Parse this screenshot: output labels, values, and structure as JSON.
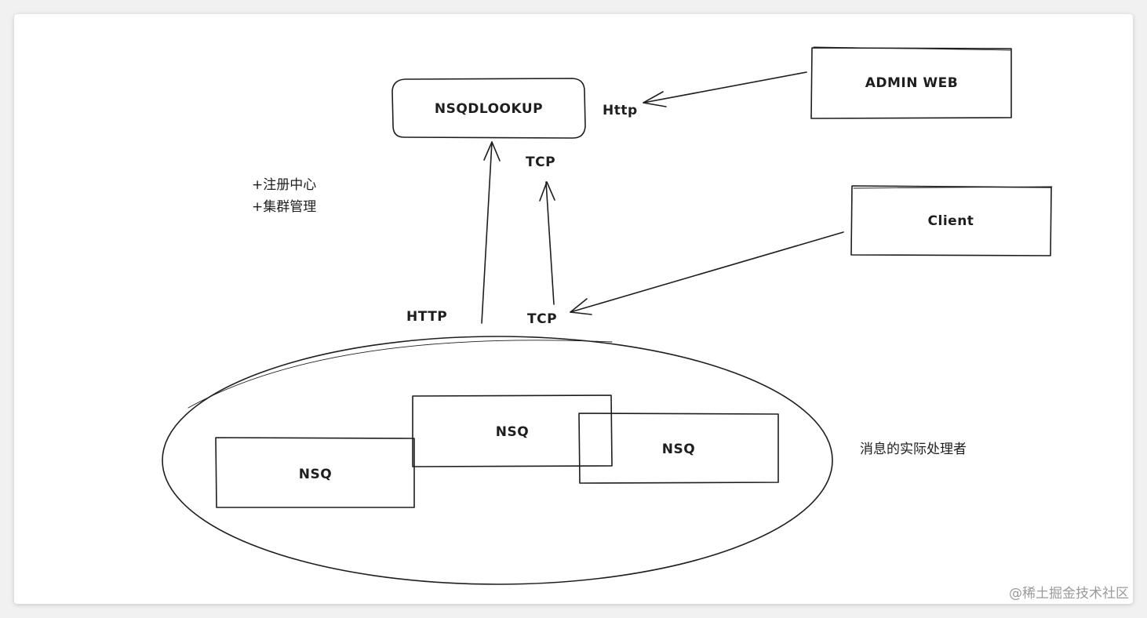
{
  "nodes": {
    "lookup": "NSQDLOOKUP",
    "admin": "ADMIN WEB",
    "client": "Client",
    "nsq_1": "NSQ",
    "nsq_2": "NSQ",
    "nsq_3": "NSQ"
  },
  "edges": {
    "admin_label": "Http",
    "tcp_top_label": "TCP",
    "http_bottom_label": "HTTP",
    "tcp_bottom_label": "TCP"
  },
  "notes": {
    "lookup_line_1": "+注册中心",
    "lookup_line_2": "+集群管理",
    "cluster": "消息的实际处理者"
  },
  "watermark": "@稀土掘金技术社区"
}
